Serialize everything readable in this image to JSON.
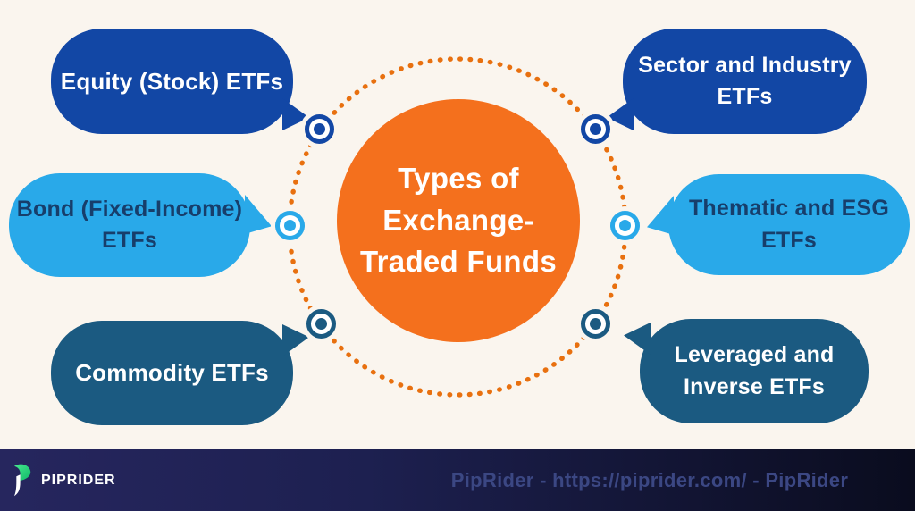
{
  "title": "Types of Exchange-Traded Funds",
  "center": {
    "line1": "Types of",
    "line2": "Exchange-",
    "line3": "Traded Funds"
  },
  "bubbles": [
    {
      "id": "equity",
      "lines": [
        "Equity (Stock) ETFs",
        ""
      ],
      "fill": "#1247a5",
      "text_color": "#ffffff"
    },
    {
      "id": "sector",
      "lines": [
        "Sector and Industry",
        "ETFs"
      ],
      "fill": "#1247a5",
      "text_color": "#ffffff"
    },
    {
      "id": "bond",
      "lines": [
        "Bond (Fixed-Income)",
        "ETFs"
      ],
      "fill": "#29a9e9",
      "text_color": "#173e6b"
    },
    {
      "id": "thematic",
      "lines": [
        "Thematic and ESG",
        "ETFs"
      ],
      "fill": "#29a9e9",
      "text_color": "#173e6b"
    },
    {
      "id": "commodity",
      "lines": [
        "Commodity ETFs",
        ""
      ],
      "fill": "#1b5a81",
      "text_color": "#ffffff"
    },
    {
      "id": "leveraged",
      "lines": [
        "Leveraged and",
        "Inverse ETFs"
      ],
      "fill": "#1b5a81",
      "text_color": "#ffffff"
    }
  ],
  "icons": {
    "connector_node": "bullseye-dot",
    "dotted_ring": "orange-dotted-circle",
    "logo_icon": "piprider-green-mark"
  },
  "colors": {
    "background": "#faf5ee",
    "center_orange": "#f4701d",
    "dot_orange": "#e8700f",
    "dark_blue": "#1247a5",
    "light_blue": "#29a9e9",
    "dark_teal": "#1b5a81",
    "navy_text": "#173e6b",
    "footer_gradient_left": "#26265e",
    "footer_gradient_right": "#0a0c1e",
    "footer_credit_text": "#3b4783",
    "logo_green": "#2de17c"
  },
  "footer": {
    "logo_text": "PIPRIDER",
    "credit": "PipRider - https://piprider.com/ - PipRider"
  }
}
